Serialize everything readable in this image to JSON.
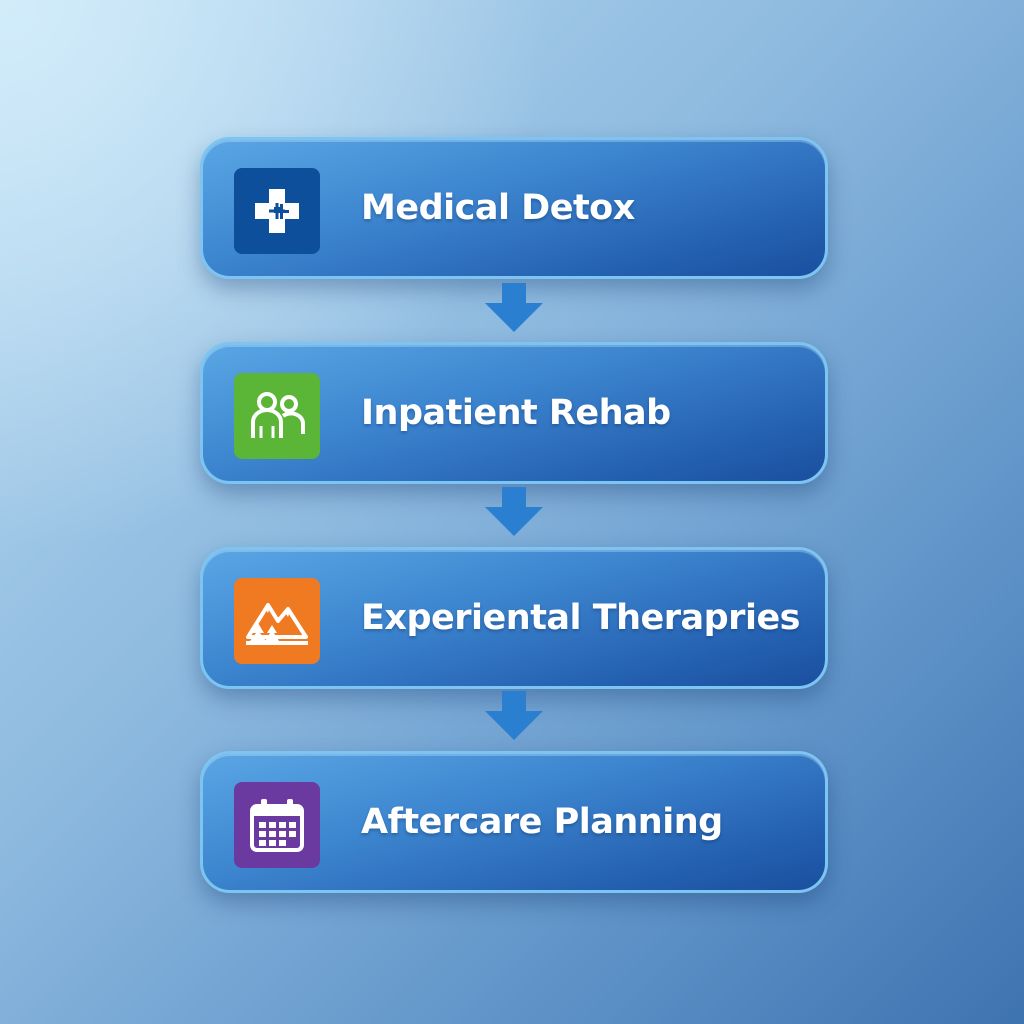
{
  "steps": [
    {
      "label": "Medical Detox",
      "icon": "medical-cross-icon",
      "tile_color": "#0d4f9a"
    },
    {
      "label": "Inpatient Rehab",
      "icon": "people-icon",
      "tile_color": "#5bb536"
    },
    {
      "label": "Experiental Therapries",
      "icon": "mountains-trees-icon",
      "tile_color": "#f07a22"
    },
    {
      "label": "Aftercare Planning",
      "icon": "calendar-icon",
      "tile_color": "#6a3aa0"
    }
  ],
  "colors": {
    "box_border": "#7cc4f2",
    "box_fill": "#2f74c4",
    "arrow": "#2a7fd0",
    "text": "#ffffff"
  }
}
